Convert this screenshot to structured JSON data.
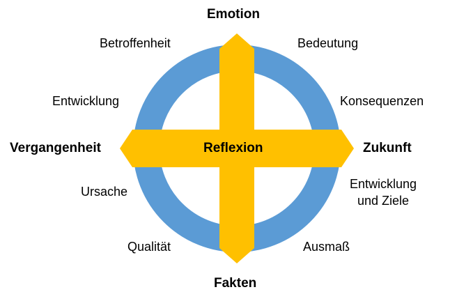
{
  "diagram": {
    "center_label": "Reflexion",
    "axes": {
      "top": "Emotion",
      "bottom": "Fakten",
      "left": "Vergangenheit",
      "right": "Zukunft"
    },
    "labels": {
      "top_left": "Betroffenheit",
      "top_right": "Bedeutung",
      "upper_left": "Entwicklung",
      "upper_right": "Konsequenzen",
      "lower_left": "Ursache",
      "lower_right_line1": "Entwicklung",
      "lower_right_line2": "und Ziele",
      "bottom_left": "Qualität",
      "bottom_right": "Ausmaß"
    },
    "colors": {
      "ring": "#5b9bd5",
      "cross": "#ffc000",
      "text": "#000000"
    }
  }
}
